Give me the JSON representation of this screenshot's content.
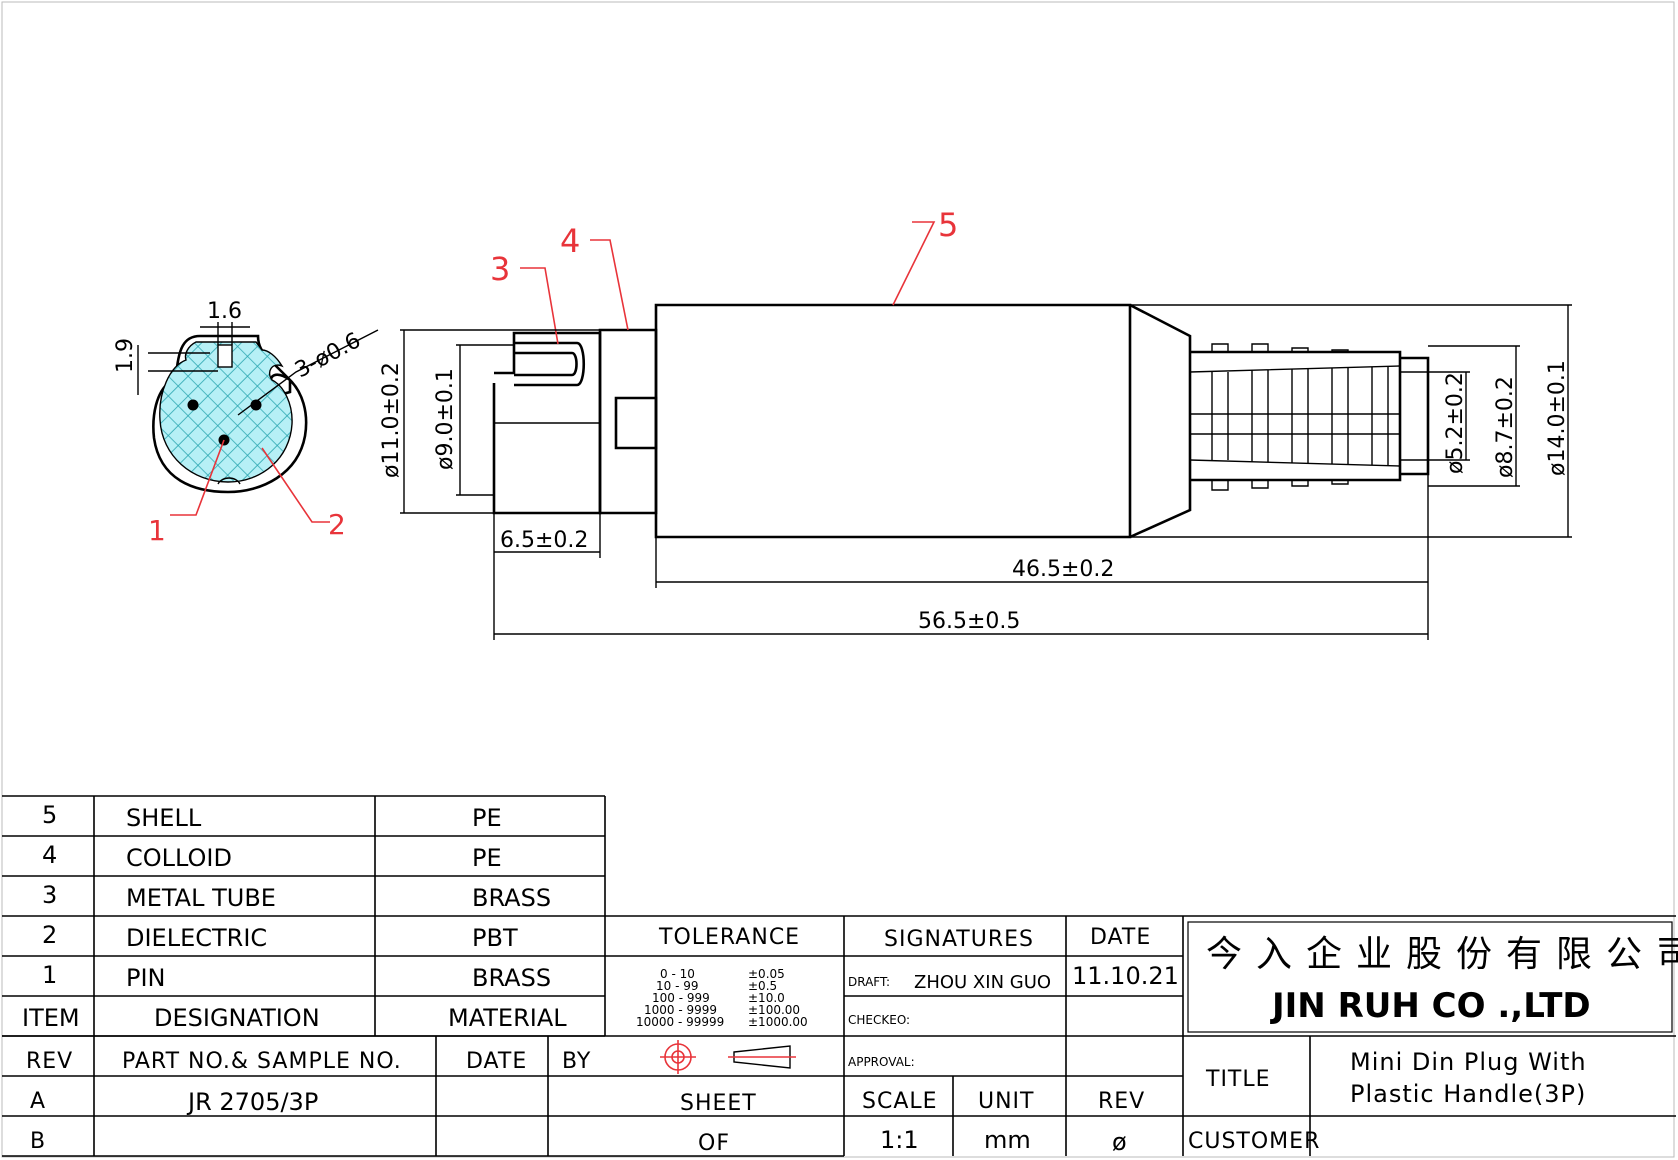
{
  "colors": {
    "callout": "#e8343a",
    "dielectric_fill": "#b6f0f6",
    "line": "#000000"
  },
  "front_view": {
    "callouts": [
      "1",
      "2",
      "3-ø0.6"
    ],
    "dims": {
      "key_width": "1.6",
      "key_depth": "1.9"
    }
  },
  "side_view": {
    "callouts": [
      "3",
      "4",
      "5"
    ],
    "dims": {
      "d11": "ø11.0±0.2",
      "d9": "ø9.0±0.1",
      "len65": "6.5±0.2",
      "len465": "46.5±0.2",
      "len565": "56.5±0.5",
      "d52": "ø5.2±0.2",
      "d87": "ø8.7±0.2",
      "d14": "ø14.0±0.1"
    }
  },
  "bom": {
    "rows": [
      {
        "item": "5",
        "designation": "SHELL",
        "material": "PE"
      },
      {
        "item": "4",
        "designation": "COLLOID",
        "material": "PE"
      },
      {
        "item": "3",
        "designation": "METAL  TUBE",
        "material": "BRASS"
      },
      {
        "item": "2",
        "designation": "DIELECTRIC",
        "material": "PBT"
      },
      {
        "item": "1",
        "designation": "PIN",
        "material": "BRASS"
      }
    ],
    "header": {
      "item": "ITEM",
      "designation": "DESIGNATION",
      "material": "MATERIAL"
    }
  },
  "rev_table": {
    "header": {
      "rev": "REV",
      "part": "PART NO.& SAMPLE NO.",
      "date": "DATE",
      "by": "BY"
    },
    "rows": [
      {
        "rev": "A",
        "part": "JR  2705/3P",
        "date": "",
        "by": ""
      },
      {
        "rev": "B",
        "part": "",
        "date": "",
        "by": ""
      }
    ]
  },
  "tolerance": {
    "label": "TOLERANCE",
    "ranges": [
      "0  -  10",
      "10  -  99",
      "100  -  999",
      "1000  -  9999",
      "10000  -  99999"
    ],
    "values": [
      "±0.05",
      "±0.5",
      "±10.0",
      "±100.00",
      "±1000.00"
    ],
    "sheet": "SHEET",
    "of": "OF"
  },
  "signatures": {
    "label": "SIGNATURES",
    "date_label": "DATE",
    "draft_label": "DRAFT:",
    "draft_name": "ZHOU  XIN  GUO",
    "draft_date": "11.10.21",
    "checked_label": "CHECKEO:",
    "approval_label": "APPROVAL:",
    "scale_label": "SCALE",
    "unit_label": "UNIT",
    "rev_label": "REV",
    "scale": "1:1",
    "unit": "mm",
    "rev": "ø"
  },
  "company": {
    "chinese": "今入企业股份有限公司",
    "english": "JIN  RUH  CO .,LTD"
  },
  "title_block": {
    "title_label": "TITLE",
    "title_line1": "Mini  Din  Plug  With",
    "title_line2": "Plastic  Handle(3P)",
    "customer_label": "CUSTOMER"
  }
}
